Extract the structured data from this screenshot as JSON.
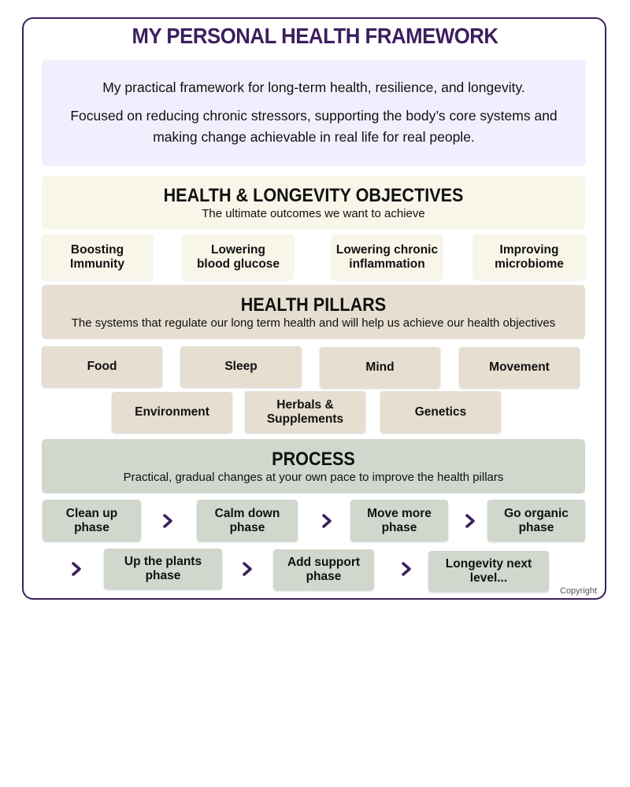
{
  "header": {
    "title": "MY PERSONAL HEALTH FRAMEWORK",
    "intro_line1": "My practical framework for long-term health, resilience, and longevity.",
    "intro_line2": "Focused on reducing chronic stressors, supporting the body’s core systems and making change achievable in real life for real people."
  },
  "objectives": {
    "heading": "HEALTH & LONGEVITY OBJECTIVES",
    "subheading": "The ultimate outcomes we want to achieve",
    "items": [
      {
        "line1": "Boosting",
        "line2": "Immunity"
      },
      {
        "line1": "Lowering",
        "line2": "blood glucose"
      },
      {
        "line1": "Lowering chronic",
        "line2": "inflammation"
      },
      {
        "line1": "Improving",
        "line2": "microbiome"
      }
    ]
  },
  "pillars": {
    "heading": "HEALTH PILLARS",
    "subheading": "The systems that regulate our long term health and will help us achieve our health objectives",
    "items": [
      {
        "line1": "Food",
        "line2": ""
      },
      {
        "line1": "Sleep",
        "line2": ""
      },
      {
        "line1": "Mind",
        "line2": ""
      },
      {
        "line1": "Movement",
        "line2": ""
      },
      {
        "line1": "Environment",
        "line2": ""
      },
      {
        "line1": "Herbals &",
        "line2": "Supplements"
      },
      {
        "line1": "Genetics",
        "line2": ""
      }
    ]
  },
  "process": {
    "heading": "PROCESS",
    "subheading": "Practical, gradual changes at your own pace to improve the health pillars",
    "steps": [
      {
        "line1": "Clean up",
        "line2": "phase"
      },
      {
        "line1": "Calm down",
        "line2": "phase"
      },
      {
        "line1": "Move more",
        "line2": "phase"
      },
      {
        "line1": "Go organic",
        "line2": "phase"
      },
      {
        "line1": "Up the  plants",
        "line2": "phase"
      },
      {
        "line1": "Add support",
        "line2": "phase"
      },
      {
        "line1": "Longevity next",
        "line2": "level..."
      }
    ]
  },
  "footer": {
    "copyright": "Copyright"
  },
  "colors": {
    "accent": "#3b1f5e",
    "intro_bg": "#f3eefd",
    "objectives_bg": "#f8f5e9",
    "pillars_bg": "#e6ded0",
    "process_bg": "#d0d7cd"
  },
  "icons": {
    "arrow": "chevron-right-icon"
  }
}
